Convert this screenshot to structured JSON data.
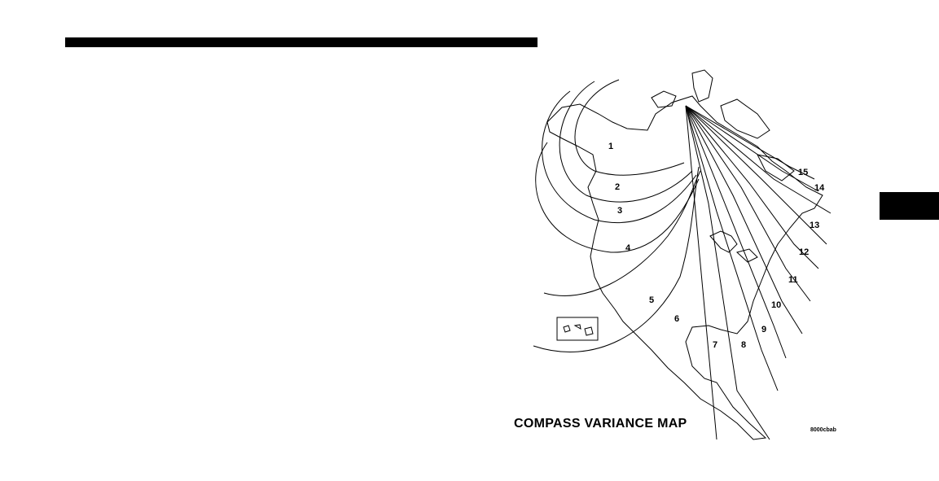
{
  "map": {
    "title": "COMPASS VARIANCE MAP",
    "code": "8000cbab",
    "zones": [
      {
        "label": "1"
      },
      {
        "label": "2"
      },
      {
        "label": "3"
      },
      {
        "label": "4"
      },
      {
        "label": "5"
      },
      {
        "label": "6"
      },
      {
        "label": "7"
      },
      {
        "label": "8"
      },
      {
        "label": "9"
      },
      {
        "label": "10"
      },
      {
        "label": "11"
      },
      {
        "label": "12"
      },
      {
        "label": "13"
      },
      {
        "label": "14"
      },
      {
        "label": "15"
      }
    ]
  },
  "colors": {
    "ink": "#000000",
    "paper": "#ffffff"
  }
}
